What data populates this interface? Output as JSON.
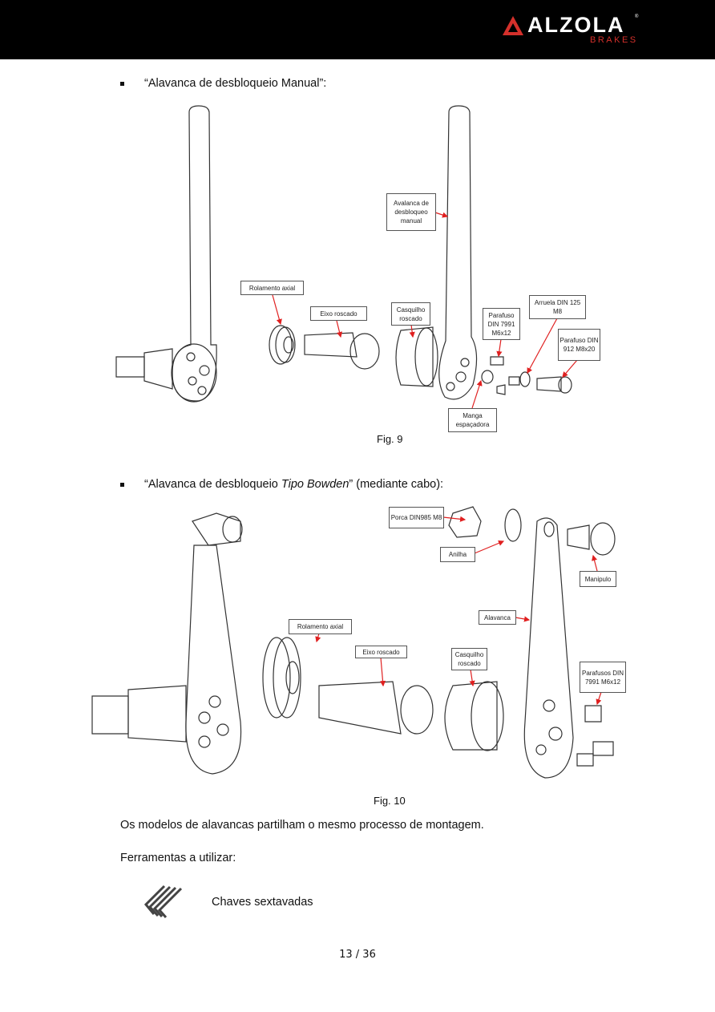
{
  "header": {
    "logo_name": "ALZOLA",
    "logo_sub": "BRAKES"
  },
  "section1": {
    "title": "“Alavanca de desbloqueio Manual”:",
    "caption": "Fig. 9",
    "labels": {
      "lever": "Avalanca de desbloqueo manual",
      "bearing": "Rolamento axial",
      "shaft": "Eixo roscado",
      "bushing": "Casquilho roscado",
      "screw7991": "Parafuso DIN 7991 M6x12",
      "washer": "Arruela DIN 125 M8",
      "screw912": "Parafuso DIN 912 M8x20",
      "spacer": "Manga espaçadora"
    }
  },
  "section2": {
    "title_pre": "“Alavanca de desbloqueio ",
    "title_italic": "Tipo Bowden",
    "title_post": "” (mediante cabo):",
    "caption": "Fig. 10",
    "labels": {
      "nut": "Porca DIN985 M8",
      "washer": "Anilha",
      "handle": "Manipulo",
      "lever": "Alavanca",
      "bearing": "Rolamento axial",
      "shaft": "Eixo roscado",
      "bushing": "Casquilho roscado",
      "screws": "Parafusos DIN 7991 M6x12"
    }
  },
  "body": {
    "p1": "Os modelos de alavancas partilham o mesmo processo de montagem.",
    "p2": "Ferramentas a utilizar:",
    "tool": "Chaves sextavadas"
  },
  "footer": {
    "page": "13 / 36"
  },
  "colors": {
    "accent": "#d4302b",
    "arrow": "#e02020"
  }
}
